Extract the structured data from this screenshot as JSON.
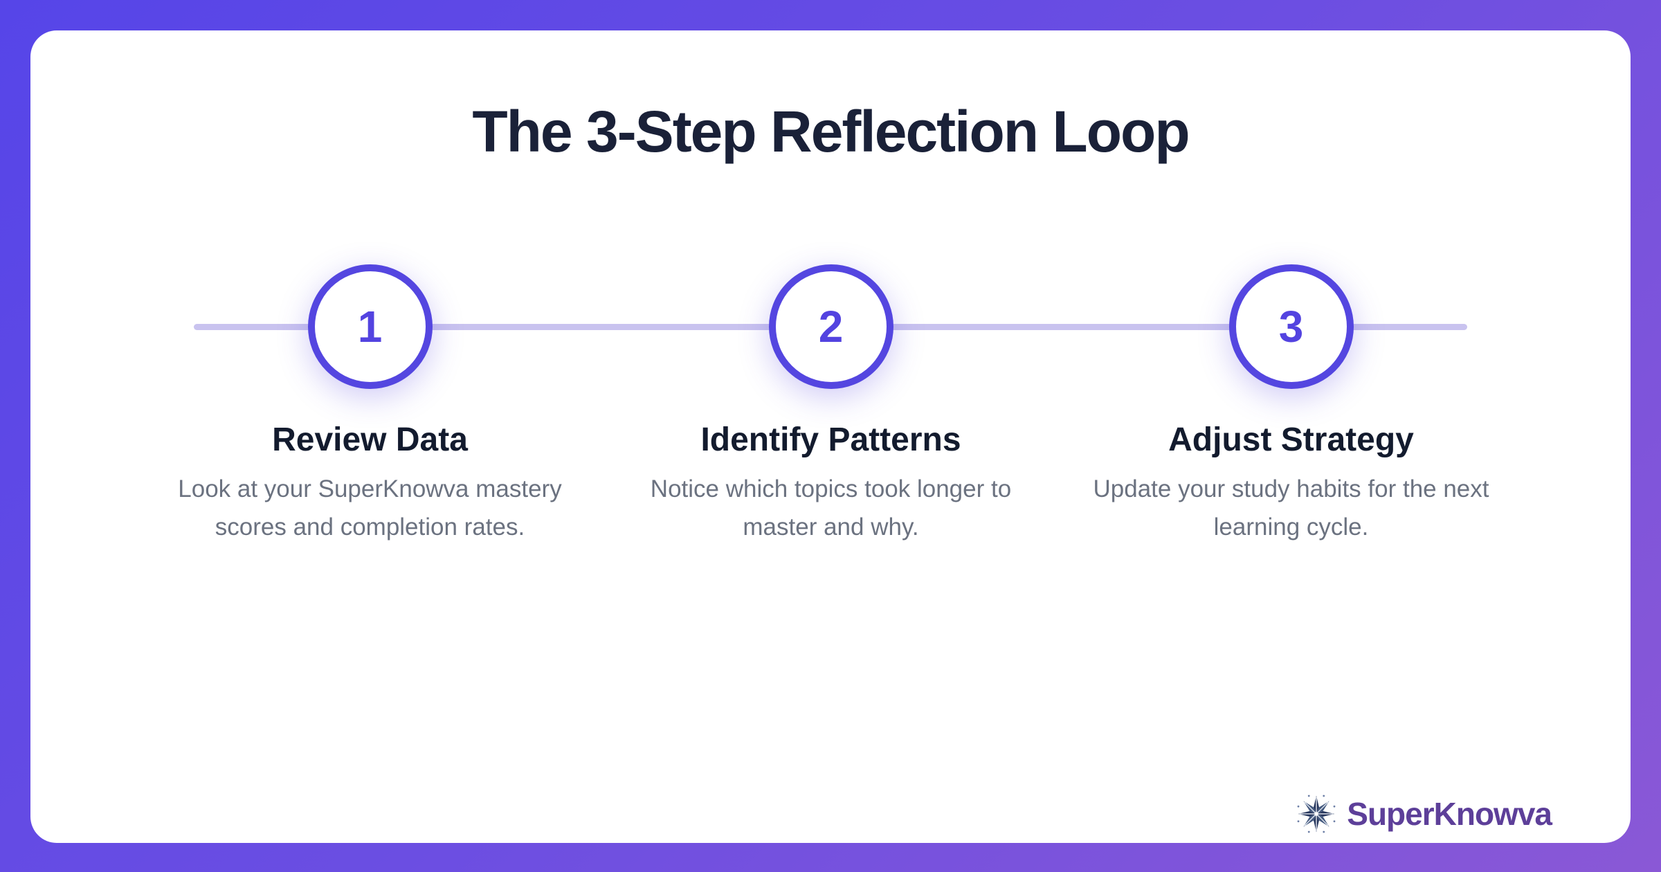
{
  "title": "The 3-Step Reflection Loop",
  "steps": [
    {
      "number": "1",
      "title": "Review Data",
      "description": "Look at your SuperKnowva mastery scores and completion rates."
    },
    {
      "number": "2",
      "title": "Identify Patterns",
      "description": "Notice which topics took longer to master and why."
    },
    {
      "number": "3",
      "title": "Adjust Strategy",
      "description": "Update your study habits for the next learning cycle."
    }
  ],
  "brand": {
    "name": "SuperKnowva",
    "icon": "starburst-icon"
  },
  "colors": {
    "background_gradient_start": "#5645e8",
    "background_gradient_end": "#8a58d6",
    "card_background": "#ffffff",
    "accent_purple": "#5446e0",
    "connector_line": "#c9c3ef",
    "heading_text": "#1a2138",
    "body_text": "#6b7280",
    "brand_purple": "#5d3f99"
  }
}
